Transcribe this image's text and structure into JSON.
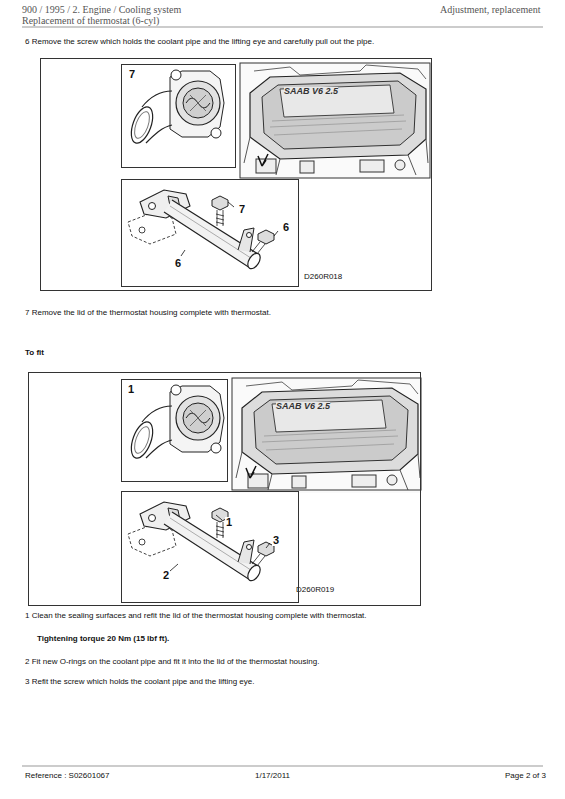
{
  "diagram": {
    "nodes": [
      {
        "text": [
          "D260R018"
        ]
      },
      {
        "text": [
          "7"
        ],
        "in": 0
      },
      {
        "text": [
          "7",
          "6",
          "6"
        ],
        "in": 0
      },
      {
        "text": [
          "D260R019"
        ]
      },
      {
        "text": [
          "1"
        ],
        "in": 3
      },
      {
        "text": [
          "1",
          "3",
          "2"
        ],
        "in": 3
      }
    ],
    "labels": [
      "900 / 1995 / 2. Engine / Cooling system",
      "Replacement of thermostat (6-cyl)",
      "Adjustment, replacement",
      "6 Remove the screw which holds the coolant pipe and the lifting eye and carefully pull out the pipe.",
      "SAAB V6 2.5",
      "7 Remove the lid of the thermostat housing complete with thermostat.",
      "To fit",
      "SAAB V6 2.5",
      "1 Clean the sealing surfaces and refit the lid of the thermostat housing complete with thermostat.",
      "Tightening torque 20 Nm (15 lbf ft).",
      "2 Fit new O-rings on the coolant pipe and fit it into the lid of the thermostat housing.",
      "3 Refit the screw which holds the coolant pipe and the lifting eye.",
      "Reference : S02601067",
      "1/17/2011",
      "Page 2 of 3"
    ]
  }
}
